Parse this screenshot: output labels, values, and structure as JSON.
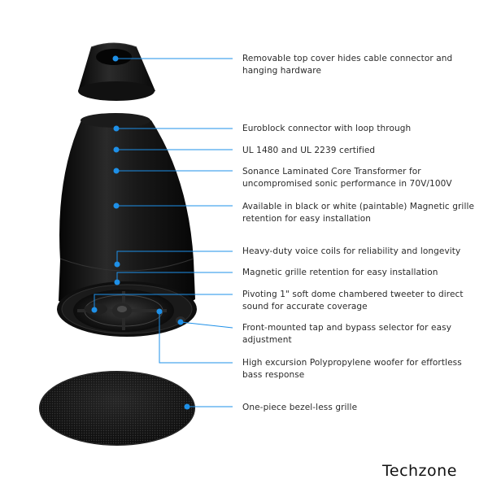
{
  "accent": "#1e90e8",
  "brand": "Techzone",
  "callouts": [
    {
      "text": "Removable top cover hides cable connector and hanging hardware"
    },
    {
      "text": "Euroblock connector with loop through"
    },
    {
      "text": "UL 1480 and UL 2239 certified"
    },
    {
      "text": "Sonance Laminated Core Transformer for uncompromised sonic performance  in 70V/100V"
    },
    {
      "text": "Available in black or white (paintable) Magnetic grille retention for easy installation"
    },
    {
      "text": "Heavy-duty voice coils for reliability and longevity"
    },
    {
      "text": "Magnetic grille retention for easy installation"
    },
    {
      "text": "Pivoting 1\" soft dome chambered tweeter to direct sound for accurate coverage"
    },
    {
      "text": "Front-mounted tap and bypass selector for easy adjustment"
    },
    {
      "text": "High excursion Polypropylene woofer for effortless bass response"
    },
    {
      "text": "One-piece bezel-less grille"
    }
  ]
}
